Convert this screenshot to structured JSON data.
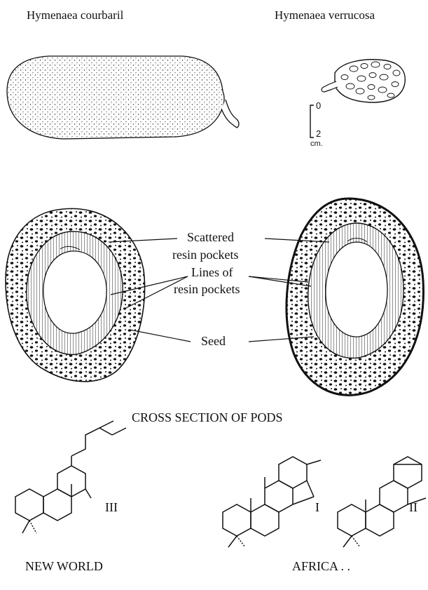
{
  "species": {
    "left": "Hymenaea courbaril",
    "right": "Hymenaea verrucosa"
  },
  "scale_bar": {
    "top_value": "0",
    "bottom_value": "2",
    "unit": "cm."
  },
  "labels": {
    "scattered_line1": "Scattered",
    "scattered_line2": "resin pockets",
    "lines_line1": "Lines of",
    "lines_line2": "resin pockets",
    "seed": "Seed"
  },
  "caption": "CROSS SECTION OF PODS",
  "structures": {
    "roman_III": "III",
    "roman_I": "I",
    "roman_II": "II"
  },
  "regions": {
    "left": "NEW WORLD",
    "right": "AFRICA . ."
  }
}
